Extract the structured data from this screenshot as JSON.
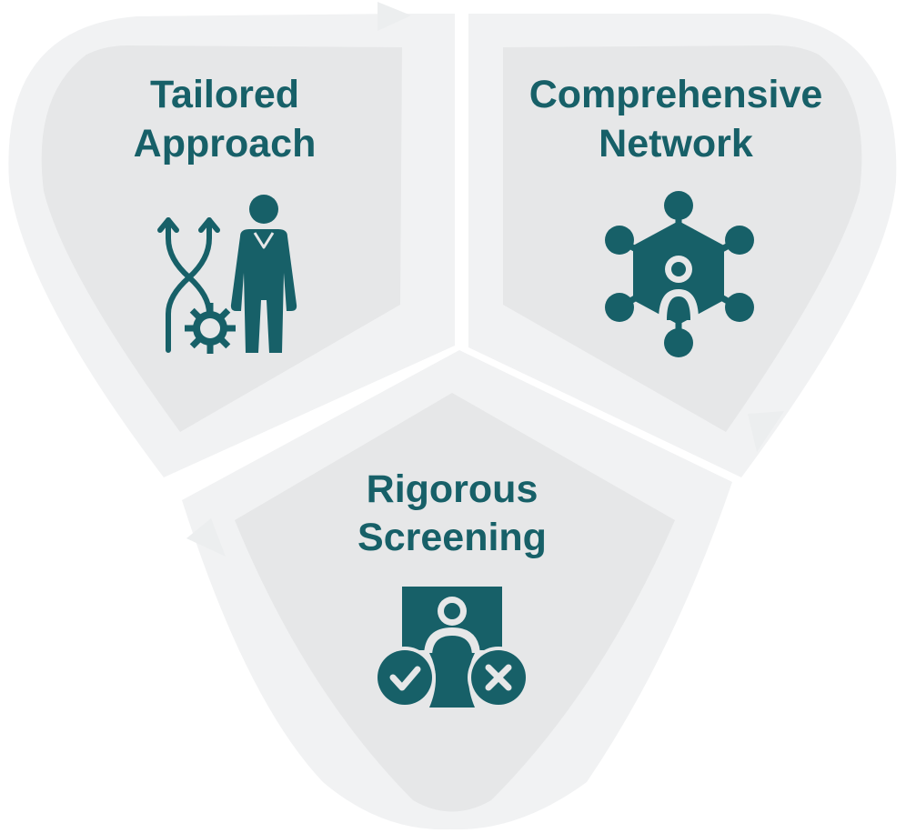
{
  "colors": {
    "ring": "#f1f2f3",
    "segment": "#e6e7e8",
    "accent": "#176068"
  },
  "segments": [
    {
      "id": "tailored",
      "title_line1": "Tailored",
      "title_line2": "Approach",
      "icon": "person-with-crossing-arrows-and-gear-icon"
    },
    {
      "id": "network",
      "title_line1": "Comprehensive",
      "title_line2": "Network",
      "icon": "person-hub-network-icon"
    },
    {
      "id": "screening",
      "title_line1": "Rigorous",
      "title_line2": "Screening",
      "icon": "candidate-screening-check-cross-icon"
    }
  ]
}
